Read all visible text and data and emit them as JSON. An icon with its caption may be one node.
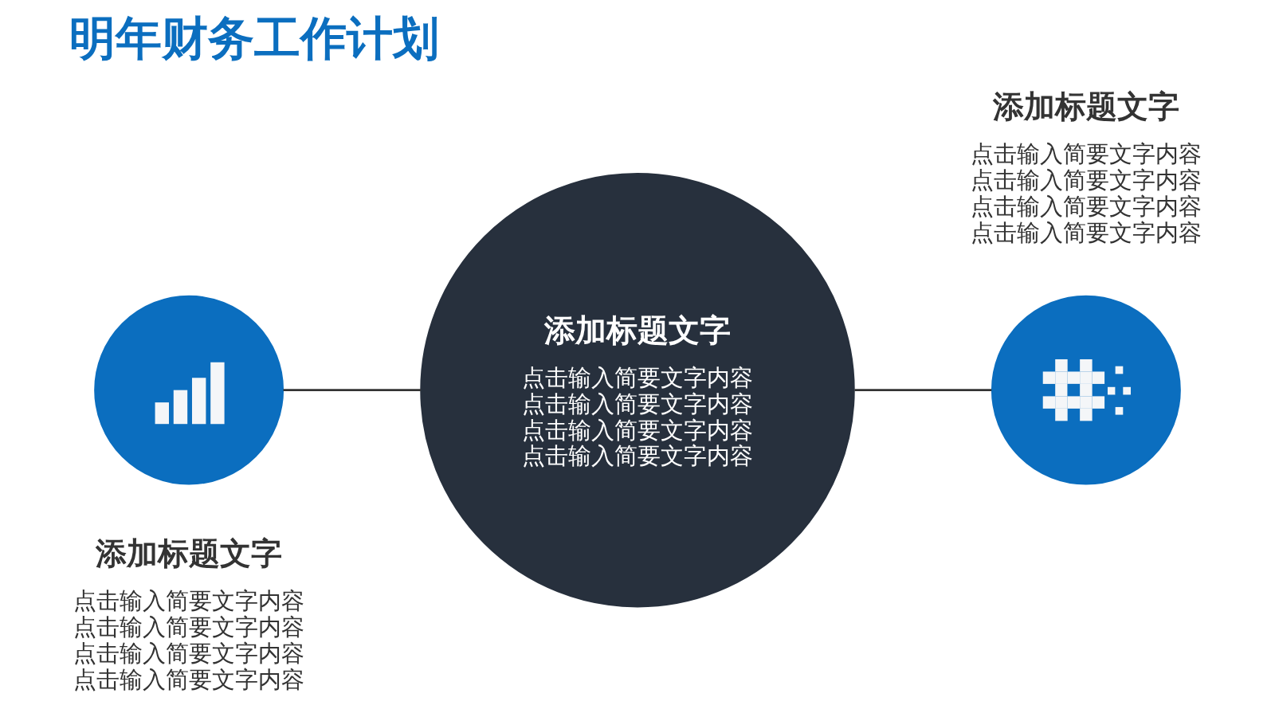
{
  "diagram": {
    "title": "明年财务工作计划",
    "nodes": [
      {
        "text": [],
        "shape": "circle",
        "beside": [
          "添加标题文字",
          "点击输入简要文字内容点击输入简要文字内容点击输入简要文字内容点击输入简要文字内容"
        ]
      },
      {
        "text": [
          "添加标题文字",
          "点击输入简要文字内容点击输入简要文字内容点击输入简要文字内容点击输入简要文字内容"
        ]
      },
      {
        "text": [],
        "shape": "circle",
        "beside": [
          "添加标题文字",
          "点击输入简要文字内容点击输入简要文字内容点击输入简要文字内容点击输入简要文字内容"
        ]
      }
    ],
    "edges": [
      {
        "from": 0,
        "to": 1,
        "arrow": "none"
      },
      {
        "from": 1,
        "to": 2,
        "arrow": "none"
      }
    ]
  }
}
